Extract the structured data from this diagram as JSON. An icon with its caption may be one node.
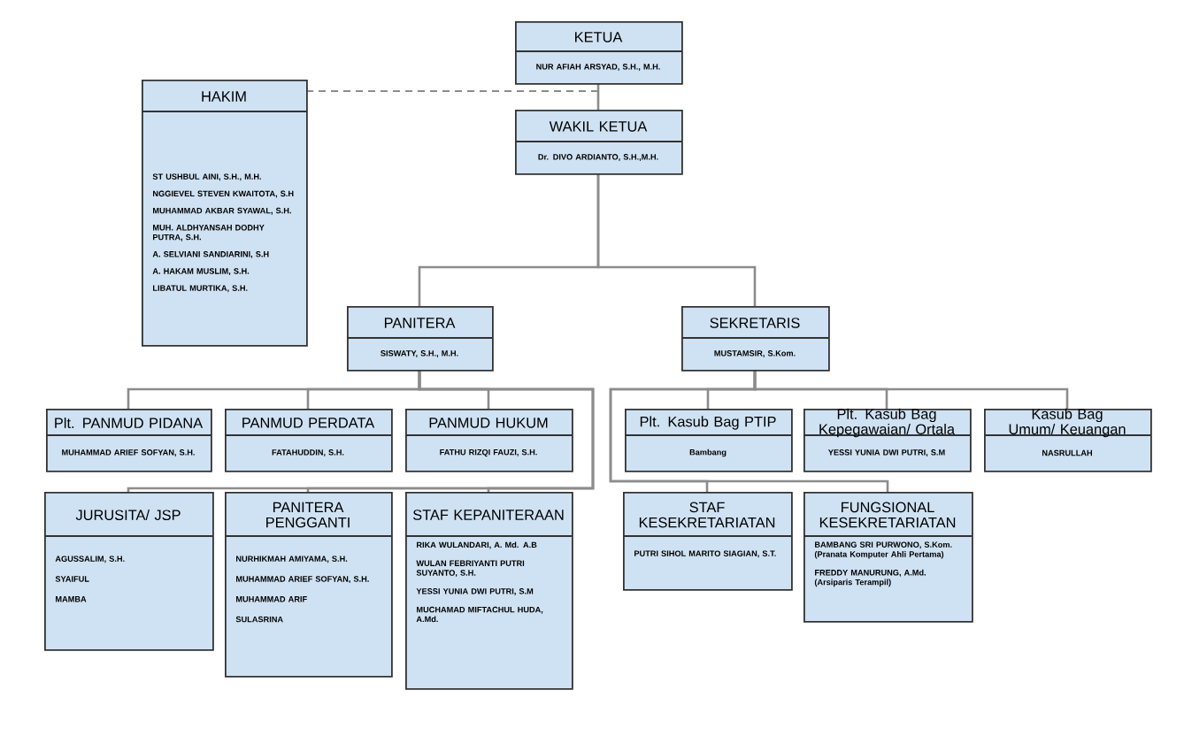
{
  "diagram": {
    "nodes": [
      {
        "text": [
          "KETUA",
          "NUR AFIAH ARSYAD, S.H., M.H."
        ]
      },
      {
        "text": [
          "HAKIM",
          "ST USHBUL AINI, S.H., M.H.",
          "NGGIEVEL STEVEN KWAITOTA, S.H",
          "MUHAMMAD AKBAR SYAWAL, S.H.",
          "MUH. ALDHYANSAH DODHY PUTRA, S.H.",
          "A. SELVIANI SANDIARINI, S.H",
          "A. HAKAM MUSLIM, S.H.",
          "LIBATUL MURTIKA, S.H."
        ]
      },
      {
        "text": [
          "WAKIL KETUA",
          "Dr. DIVO ARDIANTO, S.H.,M.H."
        ]
      },
      {
        "text": [
          "PANITERA",
          "SISWATY, S.H., M.H."
        ]
      },
      {
        "text": [
          "SEKRETARIS",
          "MUSTAMSIR, S.Kom."
        ]
      },
      {
        "text": [
          "Plt. PANMUD PIDANA",
          "MUHAMMAD ARIEF SOFYAN, S.H."
        ]
      },
      {
        "text": [
          "PANMUD PERDATA",
          "FATAHUDDIN, S.H."
        ]
      },
      {
        "text": [
          "PANMUD HUKUM",
          "FATHU RIZQI FAUZI, S.H."
        ]
      },
      {
        "text": [
          "Plt. Kasub Bag PTIP",
          "Bambang"
        ]
      },
      {
        "text": [
          "Plt. Kasub Bag Kepegawaian/ Ortala",
          "YESSI YUNIA DWI PUTRI, S.M"
        ]
      },
      {
        "text": [
          "Kasub Bag Umum/ Keuangan",
          "NASRULLAH"
        ]
      },
      {
        "text": [
          "JURUSITA/ JSP",
          "AGUSSALIM, S.H.",
          "SYAIFUL",
          "MAMBA"
        ]
      },
      {
        "text": [
          "PANITERA PENGGANTI",
          "NURHIKMAH AMIYAMA, S.H.",
          "MUHAMMAD ARIEF SOFYAN, S.H.",
          "MUHAMMAD ARIF",
          "SULASRINA"
        ]
      },
      {
        "text": [
          "STAF KEPANITERAAN",
          "RIKA WULANDARI, A. Md. A.B",
          "WULAN FEBRIYANTI PUTRI SUYANTO, S.H.",
          "YESSI YUNIA DWI PUTRI, S.M",
          "MUCHAMAD MIFTACHUL HUDA, A.Md."
        ]
      },
      {
        "text": [
          "STAF KESEKRETARIATAN",
          "PUTRI SIHOL MARITO SIAGIAN, S.T."
        ]
      },
      {
        "text": [
          "FUNGSIONAL KESEKRETARIATAN",
          "BAMBANG SRI PURWONO, S.Kom. (Pranata Komputer Ahli Pertama)",
          "FREDDY MANURUNG, A.Md. (Arsiparis Terampil)"
        ]
      }
    ],
    "edges": [
      {
        "from": 0,
        "to": 2,
        "arrow": "none"
      },
      {
        "from": 1,
        "to": 0,
        "arrow": "none",
        "style": "dashed"
      },
      {
        "from": 2,
        "to": 3,
        "arrow": "none"
      },
      {
        "from": 2,
        "to": 4,
        "arrow": "none"
      },
      {
        "from": 3,
        "to": 5,
        "arrow": "none"
      },
      {
        "from": 3,
        "to": 6,
        "arrow": "none"
      },
      {
        "from": 3,
        "to": 7,
        "arrow": "none"
      },
      {
        "from": 3,
        "to": 11,
        "arrow": "none"
      },
      {
        "from": 3,
        "to": 12,
        "arrow": "none"
      },
      {
        "from": 3,
        "to": 13,
        "arrow": "none"
      },
      {
        "from": 4,
        "to": 8,
        "arrow": "none"
      },
      {
        "from": 4,
        "to": 9,
        "arrow": "none"
      },
      {
        "from": 4,
        "to": 10,
        "arrow": "none"
      },
      {
        "from": 4,
        "to": 14,
        "arrow": "none"
      },
      {
        "from": 4,
        "to": 15,
        "arrow": "none"
      }
    ]
  }
}
